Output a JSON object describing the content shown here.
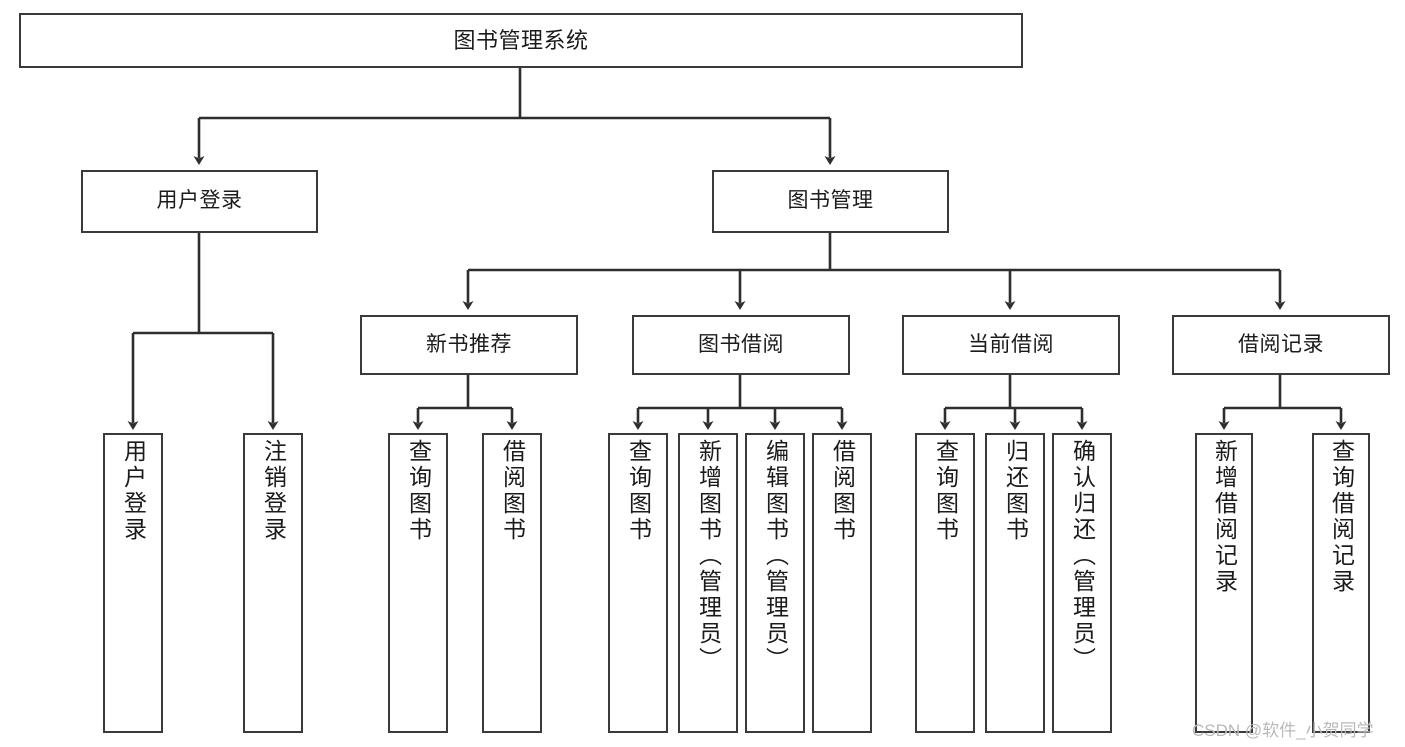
{
  "diagram": {
    "title": "图书管理系统",
    "type": "tree-hierarchy-chart",
    "line_color": "#3a3a3a",
    "box_fill": "#ffffff",
    "text_color": "#1b1b1b"
  },
  "nodes": {
    "root": {
      "label": "图书管理系统"
    },
    "level2": [
      {
        "label": "用户登录"
      },
      {
        "label": "图书管理"
      }
    ],
    "level3": [
      {
        "label": "新书推荐"
      },
      {
        "label": "图书借阅"
      },
      {
        "label": "当前借阅"
      },
      {
        "label": "借阅记录"
      }
    ],
    "leaves": [
      {
        "label": "用户登录"
      },
      {
        "label": "注销登录"
      },
      {
        "label": "查询图书"
      },
      {
        "label": "借阅图书"
      },
      {
        "label": "查询图书"
      },
      {
        "label": "新增图书（管理员）"
      },
      {
        "label": "编辑图书（管理员）"
      },
      {
        "label": "借阅图书"
      },
      {
        "label": "查询图书"
      },
      {
        "label": "归还图书"
      },
      {
        "label": "确认归还（管理员）"
      },
      {
        "label": "新增借阅记录"
      },
      {
        "label": "查询借阅记录"
      }
    ]
  },
  "watermark": {
    "text": "CSDN @软件_小贺同学"
  }
}
